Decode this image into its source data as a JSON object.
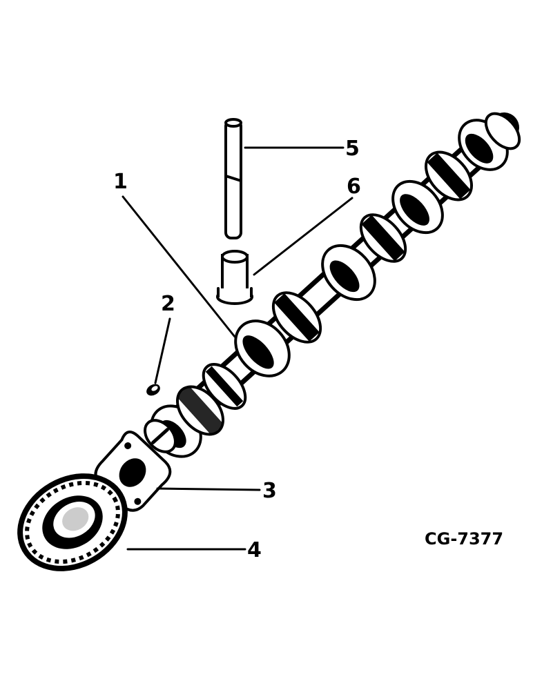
{
  "drawing_code": "CG-7377",
  "callouts": [
    {
      "number": "1",
      "part": "camshaft"
    },
    {
      "number": "2",
      "part": "key"
    },
    {
      "number": "3",
      "part": "thrust plate"
    },
    {
      "number": "4",
      "part": "gear"
    },
    {
      "number": "5",
      "part": "push rod"
    },
    {
      "number": "6",
      "part": "tappet"
    }
  ]
}
